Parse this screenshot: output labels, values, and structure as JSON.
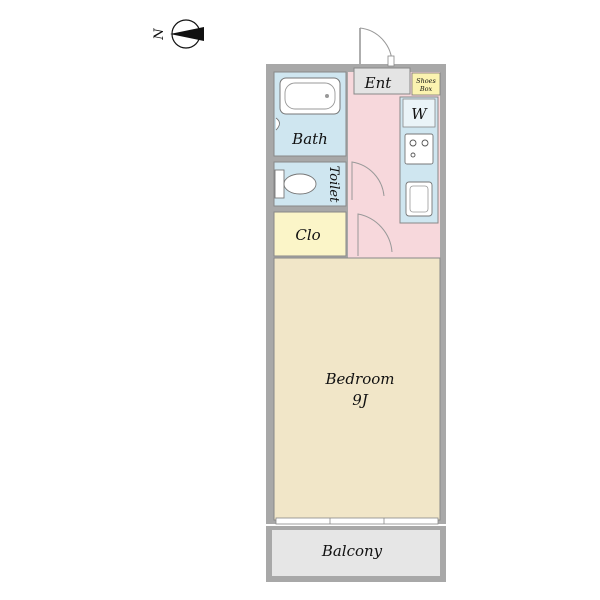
{
  "compass": {
    "label": "N"
  },
  "rooms": {
    "entrance": "Ent",
    "shoe_box_line1": "Shoes",
    "shoe_box_line2": "Box",
    "washer": "W",
    "bath": "Bath",
    "toilet": "Toilet",
    "closet": "Clo",
    "bedroom": "Bedroom",
    "bedroom_size": "9J",
    "balcony": "Balcony"
  },
  "colors": {
    "wall": "#a8a8a8",
    "bath_fill": "#cfe6f0",
    "hall_fill": "#f7d8dc",
    "closet_fill": "#fbf5c8",
    "bedroom_fill": "#f1e6c8",
    "balcony_fill": "#e6e6e6"
  }
}
